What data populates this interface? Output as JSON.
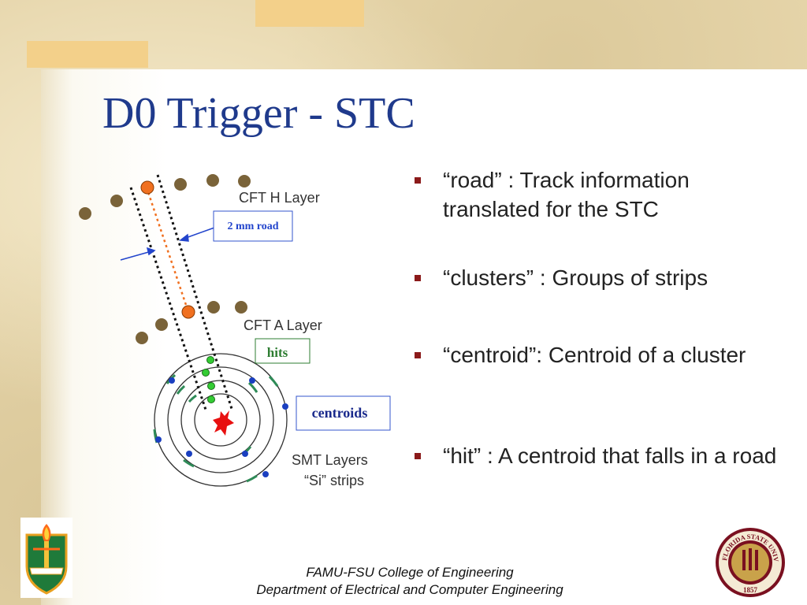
{
  "slide": {
    "title": "D0 Trigger -  STC",
    "bullets": [
      {
        "text": "“road”    : Track information translated for the STC"
      },
      {
        "text": "“clusters” : Groups of strips"
      },
      {
        "text": "“centroid”: Centroid of a cluster"
      },
      {
        "text": "“hit” : A centroid that falls in a road"
      }
    ],
    "bullet_color": "#8b1a1a"
  },
  "diagram": {
    "labels": {
      "cft_h": "CFT H Layer",
      "cft_a": "CFT A Layer",
      "road": "2 mm road",
      "hits": "hits",
      "centroids": "centroids",
      "smt1": "SMT Layers",
      "smt2": "“Si” strips"
    },
    "colors": {
      "fiber": "#7a6339",
      "hit_fiber": "#f07020",
      "centroid_dot": "#1a3fc0",
      "hit_dot": "#33cc33",
      "strip": "#2e8b57",
      "interaction": "#e81010",
      "arrow": "#2244cc",
      "road_text": "#2244cc",
      "hits_text": "#2e7d32",
      "centroids_text": "#1a2a8c"
    }
  },
  "footer": {
    "line1": "FAMU-FSU College of Engineering",
    "line2": "Department of Electrical and Computer Engineering"
  },
  "logos": {
    "fsu_seal_top": "FLORIDA STATE UNIVERSITY",
    "fsu_year": "1857"
  }
}
